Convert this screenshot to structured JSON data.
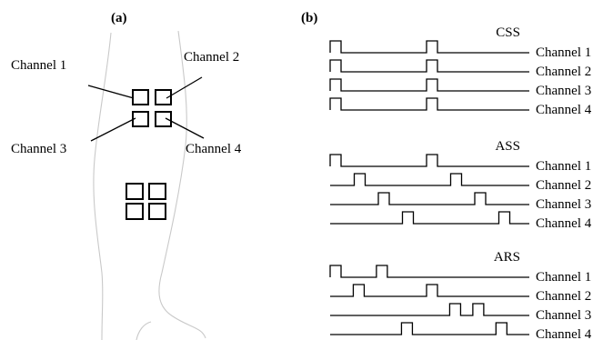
{
  "panel_a": {
    "label": "(a)",
    "channel_labels": [
      "Channel 1",
      "Channel 2",
      "Channel 3",
      "Channel 4"
    ]
  },
  "panel_b": {
    "label": "(b)",
    "groups": [
      {
        "name": "CSS",
        "channels": [
          {
            "label": "Channel 1",
            "pulses": [
              0.0,
              0.5
            ]
          },
          {
            "label": "Channel 2",
            "pulses": [
              0.0,
              0.5
            ]
          },
          {
            "label": "Channel 3",
            "pulses": [
              0.0,
              0.5
            ]
          },
          {
            "label": "Channel 4",
            "pulses": [
              0.0,
              0.5
            ]
          }
        ]
      },
      {
        "name": "ASS",
        "channels": [
          {
            "label": "Channel 1",
            "pulses": [
              0.0,
              0.5
            ]
          },
          {
            "label": "Channel 2",
            "pulses": [
              0.125,
              0.625
            ]
          },
          {
            "label": "Channel 3",
            "pulses": [
              0.25,
              0.75
            ]
          },
          {
            "label": "Channel 4",
            "pulses": [
              0.375,
              0.875
            ]
          }
        ]
      },
      {
        "name": "ARS",
        "channels": [
          {
            "label": "Channel 1",
            "pulses": [
              0.0,
              0.24
            ]
          },
          {
            "label": "Channel 2",
            "pulses": [
              0.12,
              0.5
            ]
          },
          {
            "label": "Channel 3",
            "pulses": [
              0.62,
              0.74
            ]
          },
          {
            "label": "Channel 4",
            "pulses": [
              0.37,
              0.86
            ]
          }
        ]
      }
    ]
  }
}
